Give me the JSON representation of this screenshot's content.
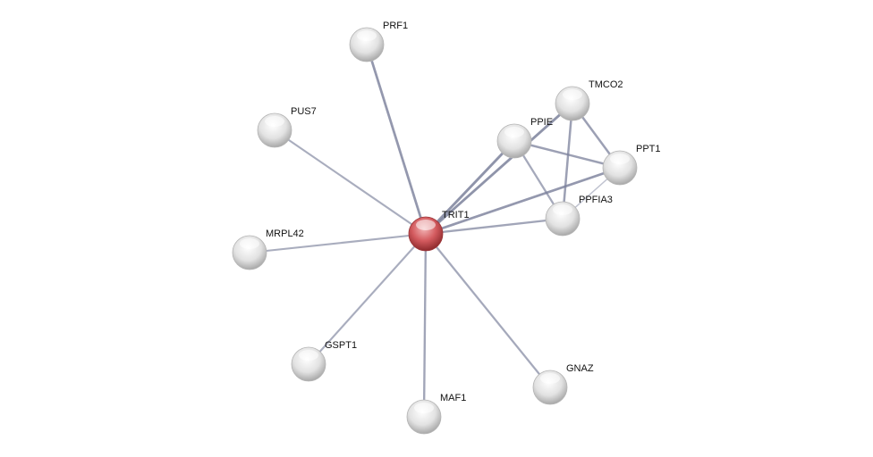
{
  "network": {
    "query_color": "#d24a4e",
    "node_color": "#e6e6e6",
    "edge_color": "#7a7f9a",
    "nodes": [
      {
        "id": "TRIT1",
        "label": "TRIT1",
        "query": true
      },
      {
        "id": "PRF1",
        "label": "PRF1"
      },
      {
        "id": "PUS7",
        "label": "PUS7"
      },
      {
        "id": "MRPL42",
        "label": "MRPL42"
      },
      {
        "id": "GSPT1",
        "label": "GSPT1"
      },
      {
        "id": "MAF1",
        "label": "MAF1"
      },
      {
        "id": "GNAZ",
        "label": "GNAZ"
      },
      {
        "id": "PPIE",
        "label": "PPIE"
      },
      {
        "id": "TMCO2",
        "label": "TMCO2"
      },
      {
        "id": "PPT1",
        "label": "PPT1"
      },
      {
        "id": "PPFIA3",
        "label": "PPFIA3"
      }
    ],
    "edges": [
      {
        "from": "TRIT1",
        "to": "PRF1",
        "score": 0.7
      },
      {
        "from": "TRIT1",
        "to": "PUS7",
        "score": 0.45
      },
      {
        "from": "TRIT1",
        "to": "MRPL42",
        "score": 0.45
      },
      {
        "from": "TRIT1",
        "to": "GSPT1",
        "score": 0.45
      },
      {
        "from": "TRIT1",
        "to": "MAF1",
        "score": 0.55
      },
      {
        "from": "TRIT1",
        "to": "GNAZ",
        "score": 0.5
      },
      {
        "from": "TRIT1",
        "to": "PPIE",
        "score": 0.75
      },
      {
        "from": "TRIT1",
        "to": "TMCO2",
        "score": 0.75
      },
      {
        "from": "TRIT1",
        "to": "PPT1",
        "score": 0.7
      },
      {
        "from": "TRIT1",
        "to": "PPFIA3",
        "score": 0.55
      },
      {
        "from": "PPIE",
        "to": "PPT1",
        "score": 0.6
      },
      {
        "from": "PPIE",
        "to": "PPFIA3",
        "score": 0.5
      },
      {
        "from": "TMCO2",
        "to": "PPFIA3",
        "score": 0.6
      },
      {
        "from": "TMCO2",
        "to": "PPT1",
        "score": 0.6
      },
      {
        "from": "PPT1",
        "to": "PPFIA3",
        "score": 0.2
      }
    ]
  }
}
